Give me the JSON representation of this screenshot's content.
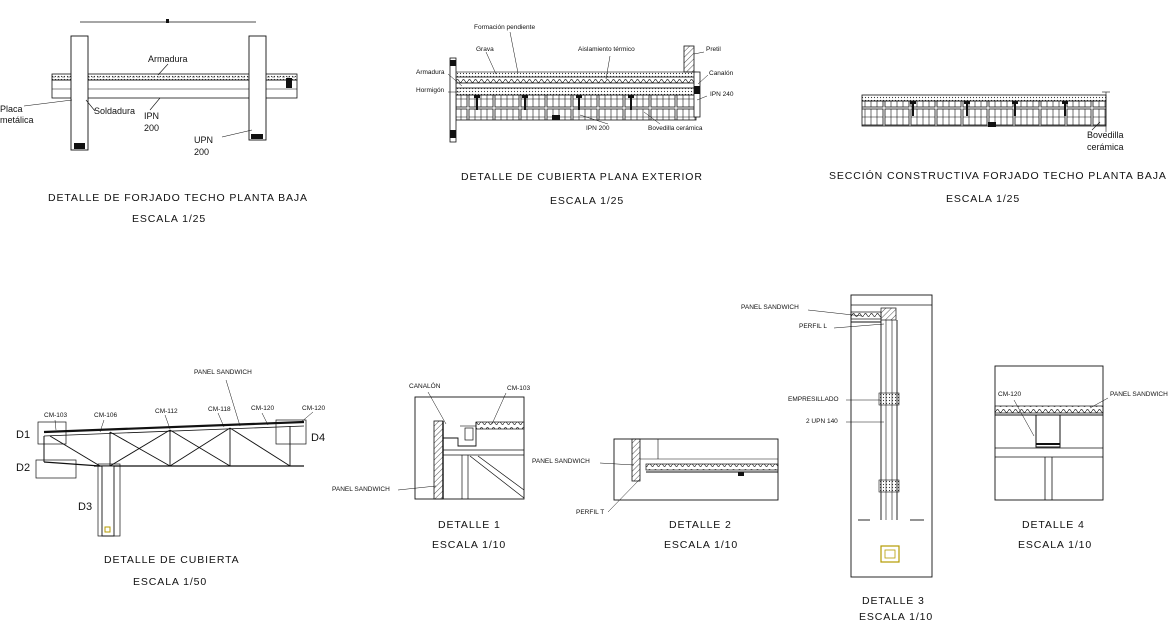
{
  "titles": {
    "forjado": "DETALLE DE FORJADO TECHO PLANTA BAJA",
    "forjado_scale": "ESCALA 1/25",
    "cubierta_plana": "DETALLE DE CUBIERTA PLANA EXTERIOR",
    "cubierta_plana_scale": "ESCALA 1/25",
    "seccion": "SECCIÓN CONSTRUCTIVA FORJADO TECHO PLANTA BAJA",
    "seccion_scale": "ESCALA 1/25",
    "cubierta": "DETALLE DE CUBIERTA",
    "cubierta_scale": "ESCALA 1/50",
    "detalle1": "DETALLE 1",
    "detalle1_scale": "ESCALA 1/10",
    "detalle2": "DETALLE 2",
    "detalle2_scale": "ESCALA 1/10",
    "detalle3": "DETALLE 3",
    "detalle3_scale": "ESCALA 1/10",
    "detalle4": "DETALLE 4",
    "detalle4_scale": "ESCALA 1/10"
  },
  "forjado_labels": {
    "armadura": "Armadura",
    "placa": "Placa",
    "metalica": "metálica",
    "soldadura": "Soldadura",
    "ipn": "IPN",
    "ipn_size": "200",
    "upn": "UPN",
    "upn_size": "200"
  },
  "plana_labels": {
    "formacion": "Formación pendiente",
    "grava": "Grava",
    "aislamiento": "Aislamiento térmico",
    "pretil": "Pretil",
    "armadura": "Armadura",
    "canalon": "Canalón",
    "hormigon": "Hormigón",
    "ipn240": "IPN 240",
    "ipn200": "IPN 200",
    "bovedilla": "Bovedilla cerámica"
  },
  "seccion_labels": {
    "bovedilla": "Bovedilla",
    "ceramica": "cerámica"
  },
  "cubierta_labels": {
    "panel": "PANEL SANDWICH",
    "cm103": "CM-103",
    "cm106": "CM-106",
    "cm112": "CM-112",
    "cm118": "CM-118",
    "cm120a": "CM-120",
    "cm120b": "CM-120",
    "d1": "D1",
    "d2": "D2",
    "d3": "D3",
    "d4": "D4"
  },
  "detalle1_labels": {
    "canalon": "CANALÓN",
    "cm103": "CM-103",
    "panel": "PANEL SANDWICH"
  },
  "detalle2_labels": {
    "panel": "PANEL SANDWICH",
    "perfil_t": "PERFIL T"
  },
  "detalle3_labels": {
    "panel": "PANEL SANDWICH",
    "perfil_l": "PERFIL L",
    "empresillado": "EMPRESILLADO",
    "upn": "2 UPN 140"
  },
  "detalle4_labels": {
    "cm120": "CM-120",
    "panel": "PANEL SANDWICH"
  }
}
